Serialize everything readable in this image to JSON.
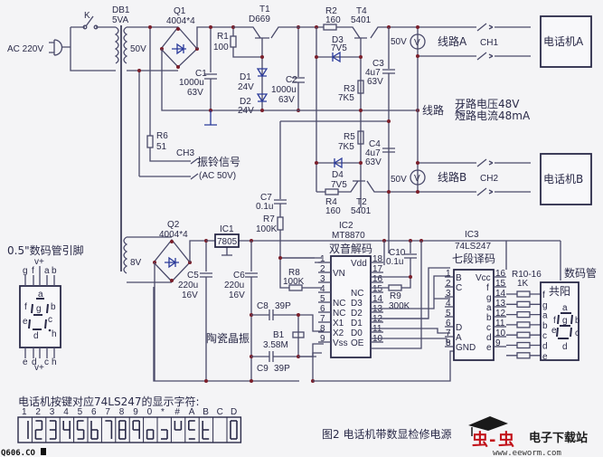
{
  "power": {
    "ac_input": "AC 220V",
    "switch": "K",
    "transformer": {
      "ref": "DB1",
      "rating": "5VA",
      "secondary_hi": "50V",
      "secondary_lo": "8V"
    },
    "bridge1": {
      "ref": "Q1",
      "value": "4004*4"
    },
    "bridge2": {
      "ref": "Q2",
      "value": "4004*4"
    },
    "c1": {
      "ref": "C1",
      "value": "1000u",
      "voltage": "63V"
    },
    "r1": {
      "ref": "R1",
      "value": "100"
    },
    "t1": {
      "ref": "T1",
      "value": "D669"
    },
    "d1": {
      "ref": "D1",
      "value": "24V"
    },
    "d2": {
      "ref": "D2",
      "value": "24V"
    },
    "c2": {
      "ref": "C2",
      "value": "1000u",
      "voltage": "63V"
    },
    "r6": {
      "ref": "R6",
      "value": "51"
    },
    "ch3": "CH3",
    "ring_signal": "振铃信号",
    "ring_signal_sub": "(AC 50V)",
    "c5": {
      "ref": "C5",
      "value": "220u",
      "voltage": "16V"
    },
    "ic1": {
      "ref": "IC1",
      "value": "7805"
    },
    "c6": {
      "ref": "C6",
      "value": "220u",
      "voltage": "16V"
    }
  },
  "line_section": {
    "r2": {
      "ref": "R2",
      "value": "160"
    },
    "t4": {
      "ref": "T4",
      "value": "5401"
    },
    "d3": {
      "ref": "D3",
      "value": "7V5"
    },
    "r3": {
      "ref": "R3",
      "value": "7K5"
    },
    "c3": {
      "ref": "C3",
      "value": "4u7",
      "voltage": "63V"
    },
    "r5": {
      "ref": "R5",
      "value": "7K5"
    },
    "c4": {
      "ref": "C4",
      "value": "4u7",
      "voltage": "63V"
    },
    "d4": {
      "ref": "D4",
      "value": "7V5"
    },
    "r4": {
      "ref": "R4",
      "value": "160"
    },
    "t2": {
      "ref": "T2",
      "value": "5401"
    },
    "meter_a": "50V",
    "meter_b": "50V",
    "meter_symbol": "V",
    "line_a": "线路A",
    "line_b": "线路B",
    "ch1": "CH1",
    "ch2": "CH2",
    "phone_a": "电话机A",
    "phone_b": "电话机B",
    "line_label": "线路",
    "open_voltage": "开路电压48V",
    "short_current": "短路电流48mA"
  },
  "decoder": {
    "c7": {
      "ref": "C7",
      "value": "0.1u"
    },
    "r7": {
      "ref": "R7",
      "value": "100K"
    },
    "r8": {
      "ref": "R8",
      "value": "100K"
    },
    "c8": {
      "ref": "C8",
      "value": "39P"
    },
    "c9": {
      "ref": "C9",
      "value": "39P"
    },
    "b1": {
      "ref": "B1",
      "value": "3.58M"
    },
    "crystal_label": "陶瓷晶振",
    "ic2": {
      "ref": "IC2",
      "part": "MT8870",
      "title": "双音解码",
      "left_pins": [
        {
          "num": "1",
          "name": ""
        },
        {
          "num": "2",
          "name": "VN"
        },
        {
          "num": "3",
          "name": ""
        },
        {
          "num": "4",
          "name": ""
        },
        {
          "num": "5",
          "name": "NC"
        },
        {
          "num": "6",
          "name": "NC"
        },
        {
          "num": "7",
          "name": "X1"
        },
        {
          "num": "8",
          "name": "X2"
        },
        {
          "num": "9",
          "name": "Vss"
        }
      ],
      "right_pins": [
        {
          "num": "18",
          "name": "Vdd"
        },
        {
          "num": "17",
          "name": ""
        },
        {
          "num": "16",
          "name": ""
        },
        {
          "num": "15",
          "name": "NC"
        },
        {
          "num": "14",
          "name": "D3"
        },
        {
          "num": "13",
          "name": "D2"
        },
        {
          "num": "12",
          "name": "D1"
        },
        {
          "num": "11",
          "name": "D0"
        },
        {
          "num": "10",
          "name": "OE"
        }
      ]
    },
    "c10": {
      "ref": "C10",
      "value": "0.1u"
    },
    "r9": {
      "ref": "R9",
      "value": "300K"
    },
    "ic3": {
      "ref": "IC3",
      "part": "74LS247",
      "title": "七段译码",
      "left_pins": [
        {
          "num": "1",
          "name": "B"
        },
        {
          "num": "2",
          "name": "C"
        },
        {
          "num": "3",
          "name": ""
        },
        {
          "num": "4",
          "name": ""
        },
        {
          "num": "5",
          "name": ""
        },
        {
          "num": "6",
          "name": "D"
        },
        {
          "num": "7",
          "name": "A"
        },
        {
          "num": "8",
          "name": "GND"
        }
      ],
      "right_pins": [
        {
          "num": "16",
          "name": "Vcc"
        },
        {
          "num": "15",
          "name": "f"
        },
        {
          "num": "14",
          "name": "g"
        },
        {
          "num": "13",
          "name": "a"
        },
        {
          "num": "12",
          "name": "b"
        },
        {
          "num": "11",
          "name": "c"
        },
        {
          "num": "10",
          "name": "d"
        },
        {
          "num": "9",
          "name": "e"
        }
      ]
    },
    "r10_16": {
      "ref": "R10-16",
      "value": "1K"
    },
    "display": {
      "title": "数码管",
      "type": "共阳",
      "pins": [
        "f",
        "g",
        "a",
        "b",
        "c",
        "d",
        "e"
      ],
      "seg_labels": {
        "a": "a",
        "b": "b",
        "c": "c",
        "d": "d",
        "e": "e",
        "f": "f",
        "g": "g"
      }
    }
  },
  "pinout": {
    "title": "0.5\"数码管引脚",
    "top_pins": [
      "g",
      "f",
      "a",
      "b"
    ],
    "bottom_pins": [
      "e",
      "d",
      "c",
      "h"
    ],
    "vplus": "v+",
    "segs": {
      "a": "a",
      "b": "b",
      "c": "c",
      "d": "d",
      "e": "e",
      "f": "f",
      "g": "g",
      "h": "h"
    }
  },
  "keymap": {
    "title": "电话机按键对应74LS247的显示字符:",
    "keys": [
      "1",
      "2",
      "3",
      "4",
      "5",
      "6",
      "7",
      "8",
      "9",
      "0",
      "*",
      "#",
      "A",
      "B",
      "C",
      "D"
    ],
    "segments": [
      "bc",
      "abdeg",
      "abcdg",
      "bcfg",
      "acdfg",
      "cdefg",
      "abc",
      "abcdefg",
      "abcfg",
      "cde g",
      "cdg",
      "bfg",
      "adfg",
      "defg",
      "",
      "abcdef"
    ]
  },
  "caption": "图2  电话机带数显检修电源",
  "watermark": {
    "brand": "电子下载站",
    "url": "www.eeworm.com",
    "site_left": "Q606.CO"
  }
}
